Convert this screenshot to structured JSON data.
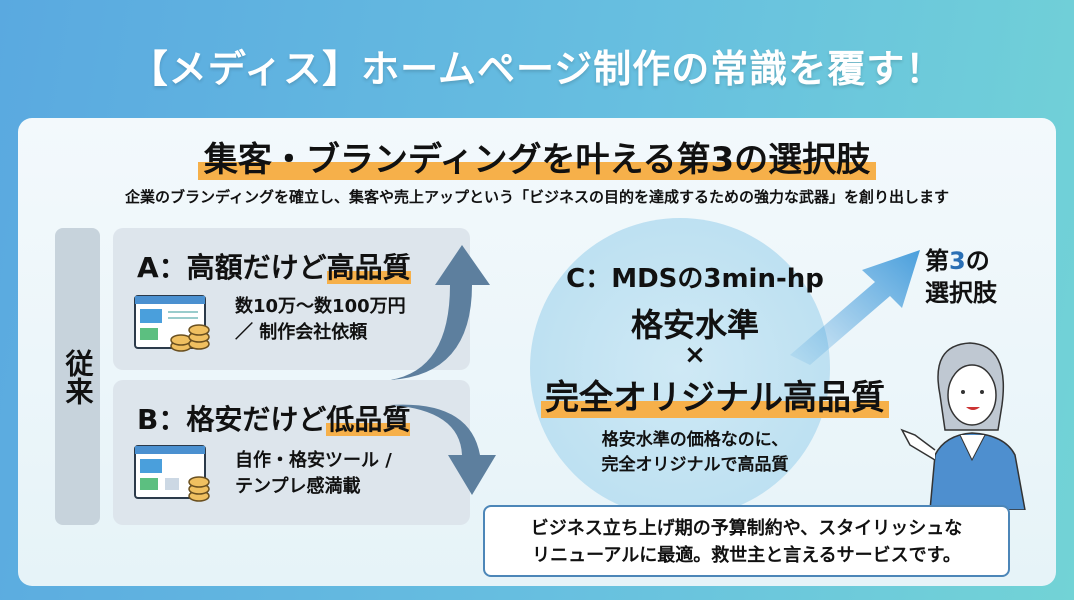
{
  "title": "【メディス】ホームページ制作の常識を覆す！",
  "headline": "集客・ブランディングを叶える第3の選択肢",
  "subtitle": "企業のブランディングを確立し、集客や売上アップという「ビジネスの目的を達成するための強力な武器」を創り出します",
  "side_label": "従来",
  "option_a": {
    "prefix": "A：高額だけど",
    "highlight": "高品質",
    "line1": "数10万〜数100万円",
    "line2": "／ 制作会社依頼"
  },
  "option_b": {
    "prefix": "B：格安だけど",
    "highlight": "低品質",
    "line1": "自作・格安ツール /",
    "line2": "テンプレ感満載"
  },
  "option_c": {
    "name": "C：MDSの3min-hp",
    "line1": "格安水準",
    "times": "×",
    "line2": "完全オリジナル高品質",
    "desc1": "格安水準の価格なのに、",
    "desc2": "完全オリジナルで高品質"
  },
  "third_choice": {
    "pre": "第",
    "num": "3",
    "post": "の",
    "line2": "選択肢"
  },
  "callout": {
    "line1": "ビジネス立ち上げ期の予算制約や、スタイリッシュな",
    "line2": "リニューアルに最適。救世主と言えるサービスです。"
  },
  "colors": {
    "accent": "#f6b04a",
    "arrow": "#5d7f9e",
    "blue": "#4a9fdc"
  }
}
